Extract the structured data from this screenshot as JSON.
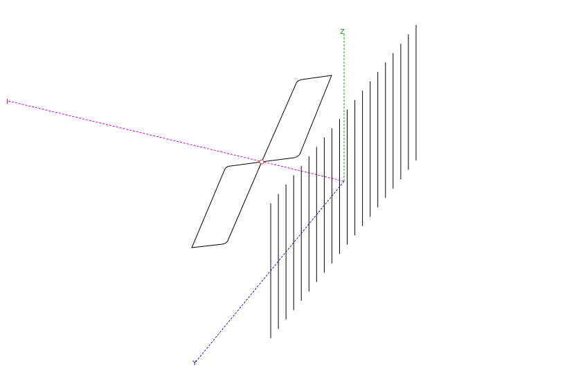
{
  "scene": {
    "background": "#ffffff",
    "axes": {
      "x": {
        "label": "I",
        "color": "#d000d0"
      },
      "y": {
        "label": "Y",
        "color": "#2020c0"
      },
      "z": {
        "label": "Z",
        "color": "#10a010"
      }
    },
    "object_color": "#000000",
    "origin_marker_color": "#d04040",
    "wall_line_count": 20
  }
}
